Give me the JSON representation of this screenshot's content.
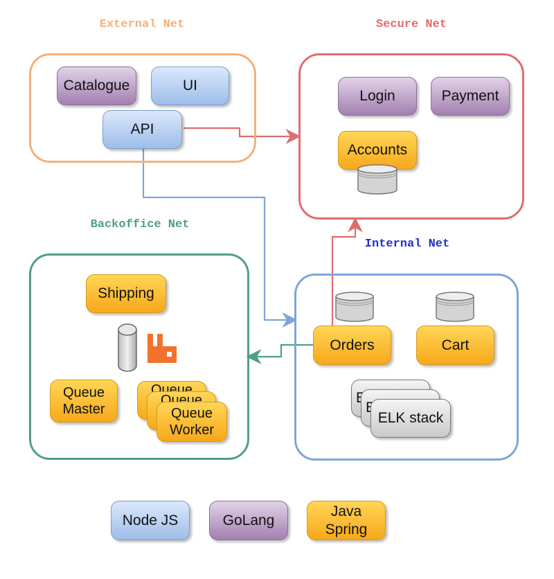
{
  "networks": {
    "external": {
      "label": "External Net",
      "color": "#f5b07a"
    },
    "secure": {
      "label": "Secure Net",
      "color": "#de6d6d"
    },
    "backoffice": {
      "label": "Backoffice Net",
      "color": "#4f9e86"
    },
    "internal": {
      "label": "Internal Net",
      "color": "#2430c8"
    }
  },
  "services": {
    "catalogue": "Catalogue",
    "ui": "UI",
    "api": "API",
    "login": "Login",
    "payment": "Payment",
    "accounts": "Accounts",
    "shipping": "Shipping",
    "queue_master": "Queue Master",
    "queue_worker_back1": "Queue",
    "queue_worker_back2": "Queue",
    "queue_worker": "Queue Worker",
    "orders": "Orders",
    "cart": "Cart",
    "elk_back1": "E",
    "elk_back2": "E",
    "elk": "ELK stack"
  },
  "legend": {
    "nodejs": "Node JS",
    "golang": "GoLang",
    "java": "Java Spring"
  },
  "icons": {
    "database": "database-cylinder",
    "queue": "message-queue-cylinder",
    "rabbitmq": "rabbitmq-logo"
  }
}
